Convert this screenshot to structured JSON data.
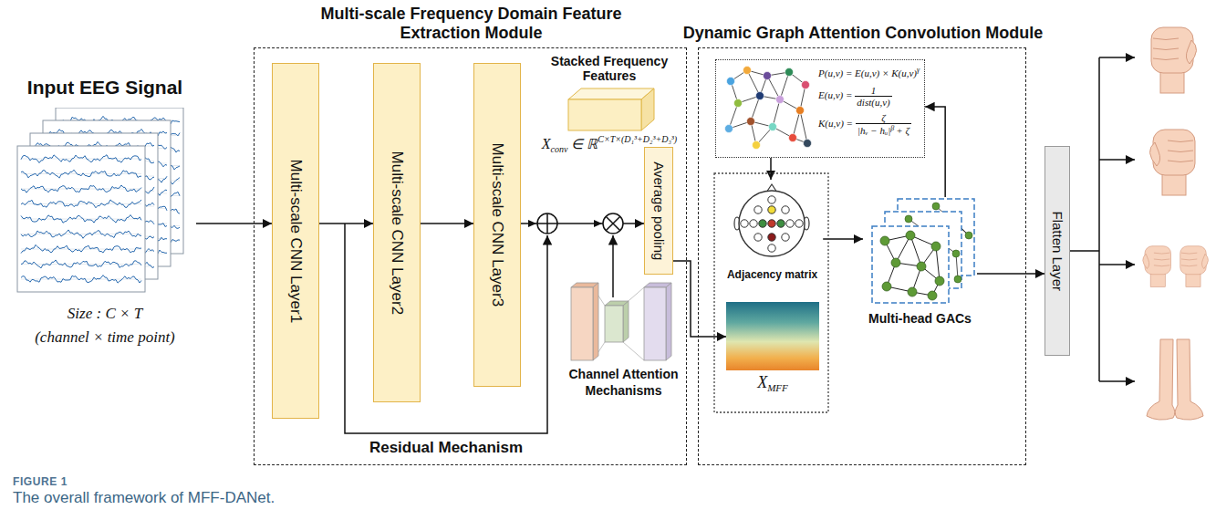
{
  "diagram": {
    "caption": "The overall framework of MFF-DANet.",
    "nodes": [
      {
        "text": [
          "Input EEG Signal",
          "Size : C × T",
          "(channel × time point)"
        ]
      },
      {
        "text": [
          "Multi-scale Frequency Domain Feature Extraction Module"
        ]
      },
      {
        "text": [
          "Multi-scale CNN Layer1"
        ],
        "in": 1
      },
      {
        "text": [
          "Multi-scale CNN Layer2"
        ],
        "in": 1
      },
      {
        "text": [
          "Multi-scale CNN Layer3"
        ],
        "in": 1
      },
      {
        "text": [
          "Stacked Frequency Features",
          "X",
          "conv",
          "∈ ℝ",
          "C×T×(D₁³+D₂³+D₃³)"
        ],
        "in": 1
      },
      {
        "text": [
          "Channel Attention Mechanisms"
        ],
        "in": 1
      },
      {
        "text": [
          "Average pooling"
        ],
        "in": 1
      },
      {
        "text": [
          "Dynamic Graph Attention Convolution Module"
        ]
      },
      {
        "text": [
          "P(u,v) = E(u,v) × K(u,v)",
          "γ",
          "E(u,v) =",
          "1",
          "dist(u,v)",
          "K(u,v) =",
          "ζ",
          "|hᵥ − hᵤ|",
          "β",
          "+ ζ"
        ],
        "in": 8
      },
      {
        "text": [
          "Adjacency matrix"
        ],
        "in": 8
      },
      {
        "text": [
          "X",
          "MFF"
        ],
        "in": 8
      },
      {
        "text": [
          "Multi-head GACs"
        ],
        "in": 8
      },
      {
        "text": [
          "Flatten Layer"
        ]
      }
    ],
    "edges": [
      {
        "from": 0,
        "to": 2,
        "arrow": "to"
      },
      {
        "from": 2,
        "to": 3,
        "arrow": "to"
      },
      {
        "from": 3,
        "to": 4,
        "arrow": "to"
      },
      {
        "from": 4,
        "to": 7,
        "arrow": "to"
      },
      {
        "from": 7,
        "to": 11,
        "arrow": "to"
      },
      {
        "from": 9,
        "to": 10,
        "arrow": "to"
      },
      {
        "from": 10,
        "to": 12,
        "arrow": "to"
      },
      {
        "from": 12,
        "to": 9,
        "arrow": "to"
      },
      {
        "from": 12,
        "to": 13,
        "arrow": "to"
      }
    ],
    "labels": [
      "Residual Mechanism",
      "FIGURE 1"
    ]
  }
}
